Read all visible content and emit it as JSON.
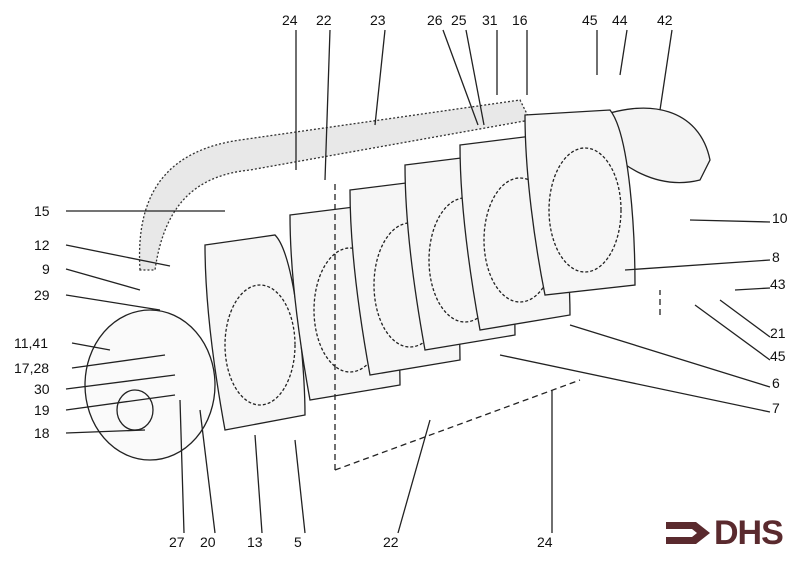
{
  "diagram": {
    "top_labels": [
      "24",
      "22",
      "23",
      "26",
      "25",
      "31",
      "16",
      "45",
      "44",
      "42"
    ],
    "left_labels": [
      "15",
      "12",
      "9",
      "29",
      "11,41",
      "17,28",
      "30",
      "19",
      "18"
    ],
    "bottom_labels": [
      "27",
      "20",
      "13",
      "5",
      "22",
      "24"
    ],
    "right_labels": [
      "10",
      "8",
      "43",
      "21",
      "45",
      "6",
      "7"
    ]
  },
  "logo": {
    "text": "DHS",
    "color": "#5a2a2e"
  }
}
